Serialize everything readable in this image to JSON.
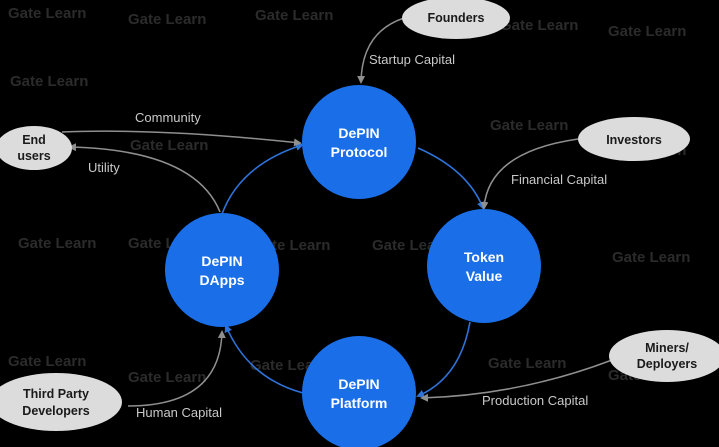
{
  "watermark": "Gate Learn",
  "core_nodes": {
    "protocol": {
      "line1": "DePIN",
      "line2": "Protocol"
    },
    "token": {
      "line1": "Token",
      "line2": "Value"
    },
    "platform": {
      "line1": "DePIN",
      "line2": "Platform"
    },
    "dapps": {
      "line1": "DePIN",
      "line2": "DApps"
    }
  },
  "actor_nodes": {
    "founders": {
      "line1": "Founders",
      "line2": ""
    },
    "investors": {
      "line1": "Investors",
      "line2": ""
    },
    "miners": {
      "line1": "Miners/",
      "line2": "Deployers"
    },
    "developers": {
      "line1": "Third Party",
      "line2": "Developers"
    },
    "end_users": {
      "line1": "End",
      "line2": "users"
    }
  },
  "edge_labels": {
    "startup_capital": "Startup Capital",
    "financial_capital": "Financial Capital",
    "production_capital": "Production Capital",
    "human_capital": "Human Capital",
    "community": "Community",
    "utility": "Utility"
  },
  "colors": {
    "background": "#000000",
    "core_node": "#1a6fe8",
    "cycle_arrow": "#2f73d9",
    "actor_node": "#dcdcdc",
    "actor_arrow": "#8f8f8f",
    "label_text": "#c9c9c9"
  }
}
